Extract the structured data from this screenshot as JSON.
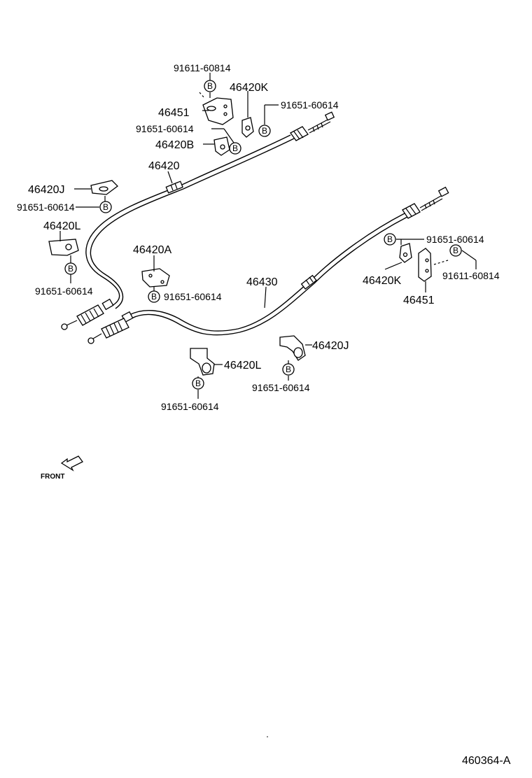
{
  "labels": {
    "p_91611_top": "91611-60814",
    "p_46420K_top": "46420K",
    "p_46451_top": "46451",
    "p_91651_topright": "91651-60614",
    "p_91651_topmid": "91651-60614",
    "p_46420B": "46420B",
    "p_46420": "46420",
    "p_46420J_left": "46420J",
    "p_91651_left": "91651-60614",
    "p_46420L_left": "46420L",
    "p_91651_leftlow": "91651-60614",
    "p_46420A": "46420A",
    "p_91651_A": "91651-60614",
    "p_46430": "46430",
    "p_91651_right": "91651-60614",
    "p_91611_right": "91611-60814",
    "p_46420K_right": "46420K",
    "p_46451_right": "46451",
    "p_46420J_bottom": "46420J",
    "p_46420L_bottom": "46420L",
    "p_91651_bottom_right": "91651-60614",
    "p_91651_bottom_left": "91651-60614",
    "front": "FRONT",
    "ref_code": "460364-A",
    "bolt_letter": "B"
  },
  "icons": {
    "front_arrow": "arrow-icon",
    "bolt_marker": "bolt-b-icon"
  }
}
